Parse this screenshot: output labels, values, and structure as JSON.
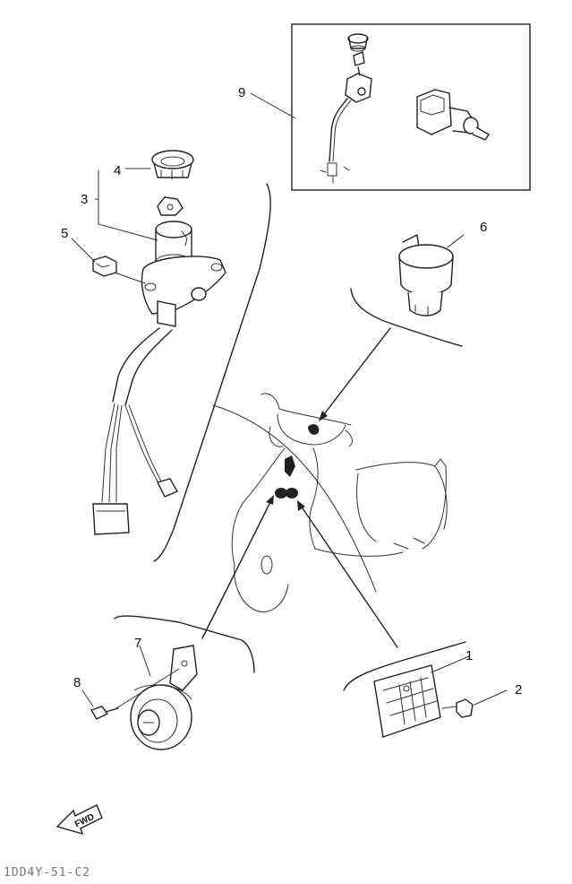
{
  "diagram": {
    "callouts": [
      {
        "id": "c1",
        "text": "1"
      },
      {
        "id": "c2",
        "text": "2"
      },
      {
        "id": "c3",
        "text": "3"
      },
      {
        "id": "c4",
        "text": "4"
      },
      {
        "id": "c5",
        "text": "5"
      },
      {
        "id": "c6",
        "text": "6"
      },
      {
        "id": "c7",
        "text": "7"
      },
      {
        "id": "c8",
        "text": "8"
      },
      {
        "id": "c9",
        "text": "9"
      }
    ],
    "direction_arrow": "FWD",
    "footer_code": "1DD4Y-51-C2"
  }
}
